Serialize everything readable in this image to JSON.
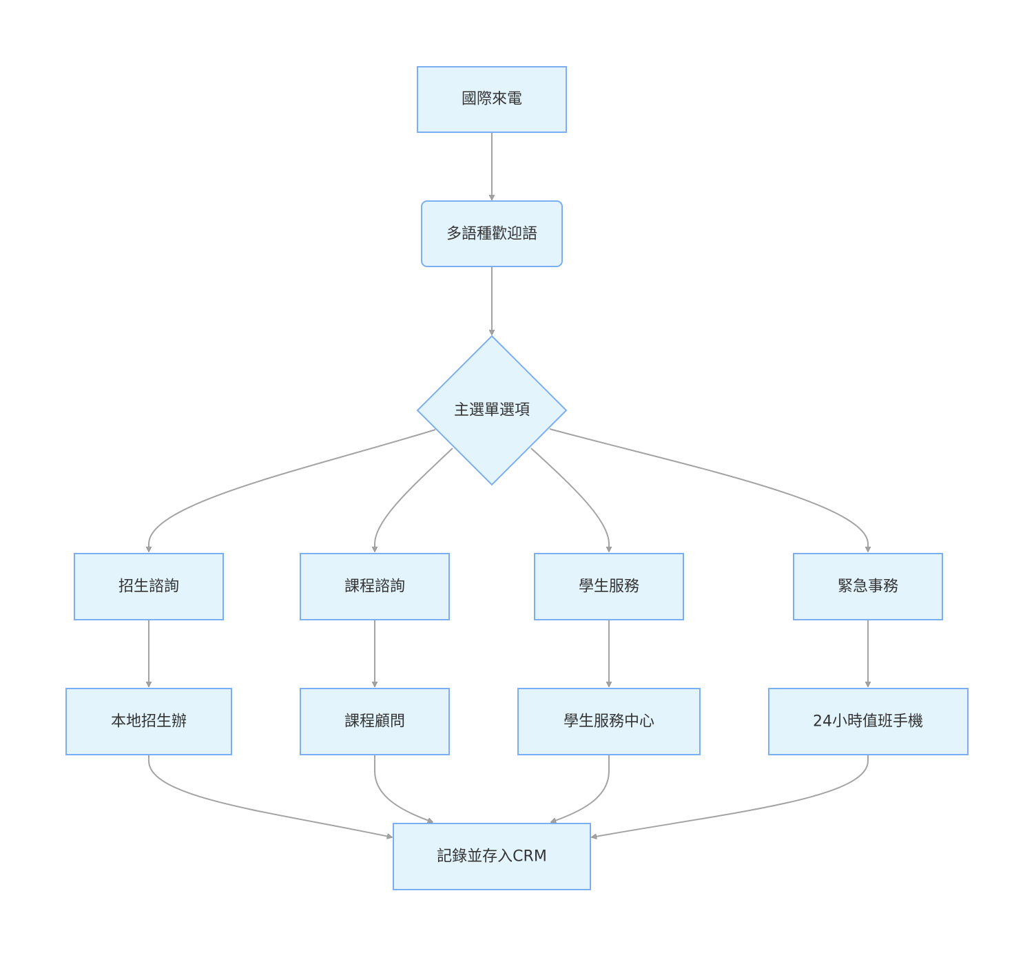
{
  "diagram": {
    "nodes": {
      "incoming_call": "國際來電",
      "welcome": "多語種歡迎語",
      "main_menu": "主選單選項",
      "admissions": "招生諮詢",
      "course": "課程諮詢",
      "student_services": "學生服務",
      "emergency": "緊急事務",
      "local_admissions": "本地招生辦",
      "course_advisor": "課程顧問",
      "student_center": "學生服務中心",
      "duty_phone": "24小時值班手機",
      "record_crm": "記錄並存入CRM"
    },
    "edges": [
      {
        "from": "incoming_call",
        "to": "welcome"
      },
      {
        "from": "welcome",
        "to": "main_menu"
      },
      {
        "from": "main_menu",
        "to": "admissions"
      },
      {
        "from": "main_menu",
        "to": "course"
      },
      {
        "from": "main_menu",
        "to": "student_services"
      },
      {
        "from": "main_menu",
        "to": "emergency"
      },
      {
        "from": "admissions",
        "to": "local_admissions"
      },
      {
        "from": "course",
        "to": "course_advisor"
      },
      {
        "from": "student_services",
        "to": "student_center"
      },
      {
        "from": "emergency",
        "to": "duty_phone"
      },
      {
        "from": "local_admissions",
        "to": "record_crm"
      },
      {
        "from": "course_advisor",
        "to": "record_crm"
      },
      {
        "from": "student_center",
        "to": "record_crm"
      },
      {
        "from": "duty_phone",
        "to": "record_crm"
      }
    ]
  }
}
